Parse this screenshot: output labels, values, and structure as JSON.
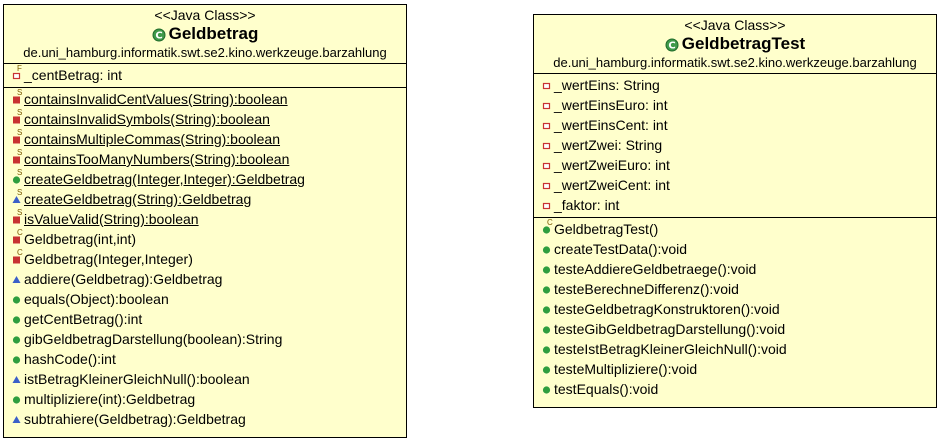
{
  "classes": [
    {
      "stereotype": "<<Java Class>>",
      "name": "Geldbetrag",
      "package": "de.uni_hamburg.informatik.swt.se2.kino.werkzeuge.barzahlung",
      "fields": [
        {
          "text": "_centBetrag: int",
          "visibility": "private",
          "modifier": "F",
          "static": false
        }
      ],
      "methods": [
        {
          "text": "containsInvalidCentValues(String):boolean",
          "visibility": "private",
          "modifier": "S",
          "static": true
        },
        {
          "text": "containsInvalidSymbols(String):boolean",
          "visibility": "private",
          "modifier": "S",
          "static": true
        },
        {
          "text": "containsMultipleCommas(String):boolean",
          "visibility": "private",
          "modifier": "S",
          "static": true
        },
        {
          "text": "containsTooManyNumbers(String):boolean",
          "visibility": "private",
          "modifier": "S",
          "static": true
        },
        {
          "text": "createGeldbetrag(Integer,Integer):Geldbetrag",
          "visibility": "public",
          "modifier": "S",
          "static": true
        },
        {
          "text": "createGeldbetrag(String):Geldbetrag",
          "visibility": "package",
          "modifier": "S",
          "static": true
        },
        {
          "text": "isValueValid(String):boolean",
          "visibility": "private",
          "modifier": "S",
          "static": true
        },
        {
          "text": "Geldbetrag(int,int)",
          "visibility": "private",
          "modifier": "C",
          "static": false
        },
        {
          "text": "Geldbetrag(Integer,Integer)",
          "visibility": "private",
          "modifier": "C",
          "static": false
        },
        {
          "text": "addiere(Geldbetrag):Geldbetrag",
          "visibility": "package",
          "modifier": "",
          "static": false
        },
        {
          "text": "equals(Object):boolean",
          "visibility": "public",
          "modifier": "",
          "static": false
        },
        {
          "text": "getCentBetrag():int",
          "visibility": "public",
          "modifier": "",
          "static": false
        },
        {
          "text": "gibGeldbetragDarstellung(boolean):String",
          "visibility": "public",
          "modifier": "",
          "static": false
        },
        {
          "text": "hashCode():int",
          "visibility": "public",
          "modifier": "",
          "static": false
        },
        {
          "text": "istBetragKleinerGleichNull():boolean",
          "visibility": "package",
          "modifier": "",
          "static": false
        },
        {
          "text": "multipliziere(int):Geldbetrag",
          "visibility": "public",
          "modifier": "",
          "static": false
        },
        {
          "text": "subtrahiere(Geldbetrag):Geldbetrag",
          "visibility": "package",
          "modifier": "",
          "static": false
        }
      ]
    },
    {
      "stereotype": "<<Java Class>>",
      "name": "GeldbetragTest",
      "package": "de.uni_hamburg.informatik.swt.se2.kino.werkzeuge.barzahlung",
      "fields": [
        {
          "text": "_wertEins: String",
          "visibility": "private",
          "modifier": "",
          "static": false
        },
        {
          "text": "_wertEinsEuro: int",
          "visibility": "private",
          "modifier": "",
          "static": false
        },
        {
          "text": "_wertEinsCent: int",
          "visibility": "private",
          "modifier": "",
          "static": false
        },
        {
          "text": "_wertZwei: String",
          "visibility": "private",
          "modifier": "",
          "static": false
        },
        {
          "text": "_wertZweiEuro: int",
          "visibility": "private",
          "modifier": "",
          "static": false
        },
        {
          "text": "_wertZweiCent: int",
          "visibility": "private",
          "modifier": "",
          "static": false
        },
        {
          "text": "_faktor: int",
          "visibility": "private",
          "modifier": "",
          "static": false
        }
      ],
      "methods": [
        {
          "text": "GeldbetragTest()",
          "visibility": "public",
          "modifier": "C",
          "static": false
        },
        {
          "text": "createTestData():void",
          "visibility": "public",
          "modifier": "",
          "static": false
        },
        {
          "text": "testeAddiereGeldbetraege():void",
          "visibility": "public",
          "modifier": "",
          "static": false
        },
        {
          "text": "testeBerechneDifferenz():void",
          "visibility": "public",
          "modifier": "",
          "static": false
        },
        {
          "text": "testeGeldbetragKonstruktoren():void",
          "visibility": "public",
          "modifier": "",
          "static": false
        },
        {
          "text": "testeGibGeldbetragDarstellung():void",
          "visibility": "public",
          "modifier": "",
          "static": false
        },
        {
          "text": "testeIstBetragKleinerGleichNull():void",
          "visibility": "public",
          "modifier": "",
          "static": false
        },
        {
          "text": "testeMultipliziere():void",
          "visibility": "public",
          "modifier": "",
          "static": false
        },
        {
          "text": "testEquals():void",
          "visibility": "public",
          "modifier": "",
          "static": false
        }
      ]
    }
  ],
  "colors": {
    "class_fill": "#ffffcc",
    "public": "#2e9e3e",
    "private": "#c83232",
    "package": "#3b5fc8"
  }
}
